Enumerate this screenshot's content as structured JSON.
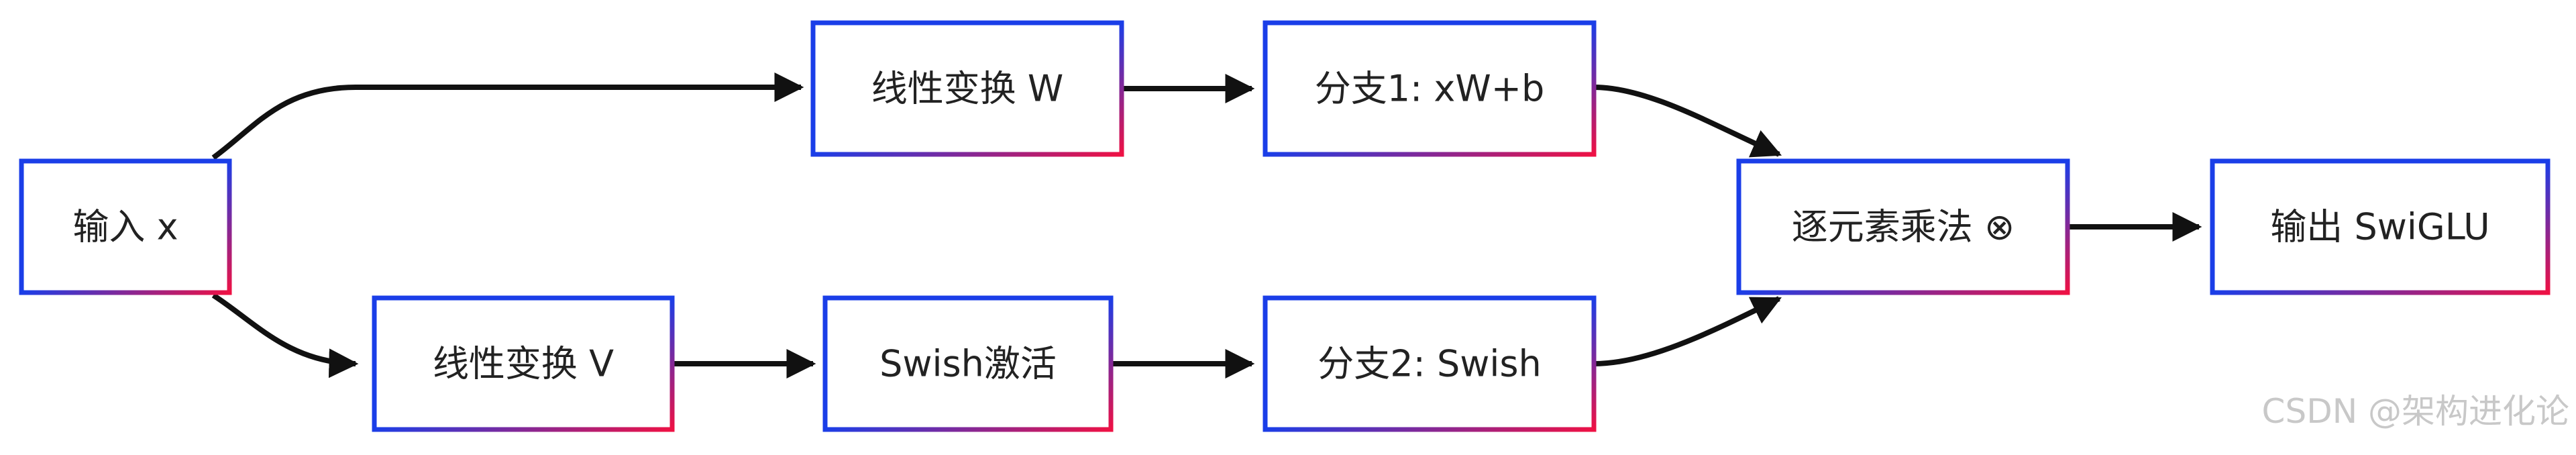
{
  "diagram": {
    "nodes": {
      "input": "输入 x",
      "linear_w": "线性变换 W",
      "branch1": "分支1: xW+b",
      "linear_v": "线性变换 V",
      "swish_act": "Swish激活",
      "branch2": "分支2: Swish",
      "multiply": "逐元素乘法 ⊗",
      "output": "输出 SwiGLU"
    },
    "edges": [
      {
        "from": "input",
        "to": "linear_w"
      },
      {
        "from": "linear_w",
        "to": "branch1"
      },
      {
        "from": "branch1",
        "to": "multiply"
      },
      {
        "from": "input",
        "to": "linear_v"
      },
      {
        "from": "linear_v",
        "to": "swish_act"
      },
      {
        "from": "swish_act",
        "to": "branch2"
      },
      {
        "from": "branch2",
        "to": "multiply"
      },
      {
        "from": "multiply",
        "to": "output"
      }
    ],
    "colors": {
      "border_start": "#1a3ee8",
      "border_end": "#ee1144",
      "arrow": "#111111",
      "text": "#222222"
    }
  },
  "watermark": "CSDN @架构进化论"
}
